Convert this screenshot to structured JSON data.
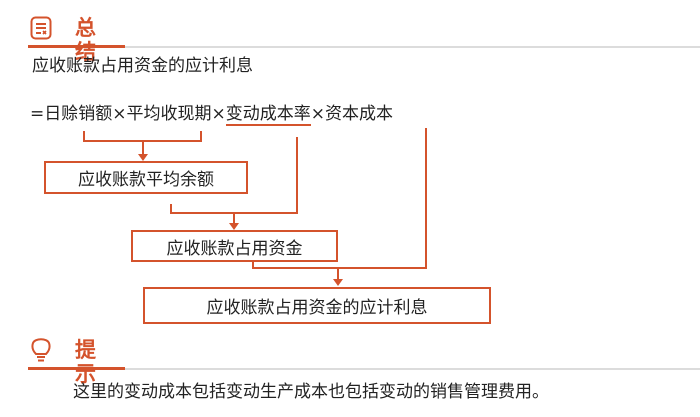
{
  "summary": {
    "icon": "list-note-icon",
    "title": "总结",
    "subtitle": "应收账款占用资金的应计利息",
    "formula": {
      "prefix": "=日赊销额×平均收现期×",
      "highlight": "变动成本率",
      "suffix": "×资本成本"
    },
    "boxes": [
      "应收账款平均余额",
      "应收账款占用资金",
      "应收账款占用资金的应计利息"
    ]
  },
  "tip": {
    "icon": "lightbulb-icon",
    "title": "提示",
    "text": "这里的变动成本包括变动生产成本也包括变动的销售管理费用。"
  },
  "colors": {
    "accent": "#d4532c",
    "divider": "#dcdcdc",
    "text": "#222222"
  }
}
